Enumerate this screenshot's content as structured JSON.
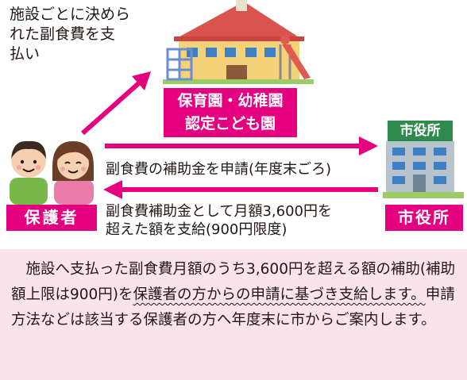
{
  "school_note": [
    "施設ごとに決めら",
    "れた副食費を支",
    "払い"
  ],
  "school_label": [
    "保育園・幼稚園",
    "認定こども園"
  ],
  "cityhall_sign": "市役所",
  "cityhall_label": "市役所",
  "parents_label": "保護者",
  "arrow_right_text": "副食費の補助金を申請(年度末ごろ)",
  "arrow_left_text": [
    "副食費補助金として月額3,600円を",
    "超えた額を支給(900円限度)"
  ],
  "bottom": {
    "part1": "　施設へ支払った副食費月額のうち3,600円を超える額の補助(補助額上限は900円)を",
    "underlined": "保護者の方からの申請に基づき支給します。",
    "part2": "申請方法などは該当する保護者の方へ年度末に市からご案内します。"
  },
  "colors": {
    "accent": "#e4007f",
    "panel_bg": "#fbe3ec"
  },
  "icons": [
    "school-building-icon",
    "city-hall-building-icon",
    "parents-couple-icon"
  ]
}
